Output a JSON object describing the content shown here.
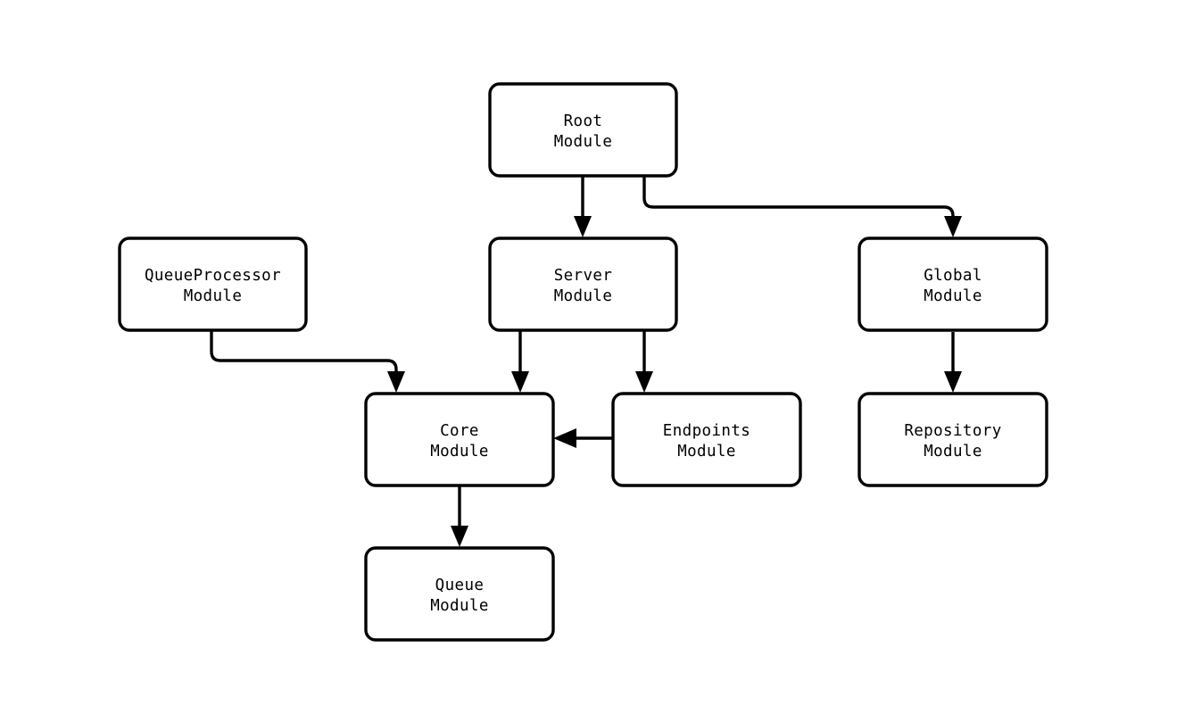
{
  "diagram": {
    "type": "module-dependency-graph",
    "background_color": "#ffffff",
    "line_color": "#000000",
    "node_fill": "#ffffff",
    "nodes": [
      {
        "id": "root",
        "line1": "Root",
        "line2": "Module"
      },
      {
        "id": "queueprocessor",
        "line1": "QueueProcessor",
        "line2": "Module"
      },
      {
        "id": "server",
        "line1": "Server",
        "line2": "Module"
      },
      {
        "id": "global",
        "line1": "Global",
        "line2": "Module"
      },
      {
        "id": "core",
        "line1": "Core",
        "line2": "Module"
      },
      {
        "id": "endpoints",
        "line1": "Endpoints",
        "line2": "Module"
      },
      {
        "id": "repository",
        "line1": "Repository",
        "line2": "Module"
      },
      {
        "id": "queue",
        "line1": "Queue",
        "line2": "Module"
      }
    ],
    "edges": [
      {
        "from": "root",
        "to": "server",
        "direction": "down"
      },
      {
        "from": "root",
        "to": "global",
        "direction": "down"
      },
      {
        "from": "queueprocessor",
        "to": "core",
        "direction": "down"
      },
      {
        "from": "server",
        "to": "core",
        "direction": "down"
      },
      {
        "from": "server",
        "to": "endpoints",
        "direction": "down"
      },
      {
        "from": "endpoints",
        "to": "core",
        "direction": "left"
      },
      {
        "from": "global",
        "to": "repository",
        "direction": "down"
      },
      {
        "from": "core",
        "to": "queue",
        "direction": "down"
      }
    ]
  }
}
